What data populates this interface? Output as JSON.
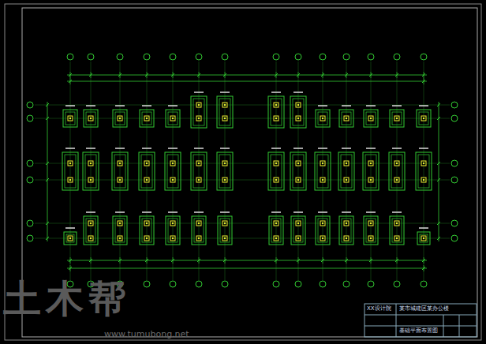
{
  "diagram": {
    "labels": [
      "XX设计院",
      "某市城建区某办公楼",
      "基础平面布置图",
      "土木帮",
      "www.tumubong.net"
    ]
  }
}
